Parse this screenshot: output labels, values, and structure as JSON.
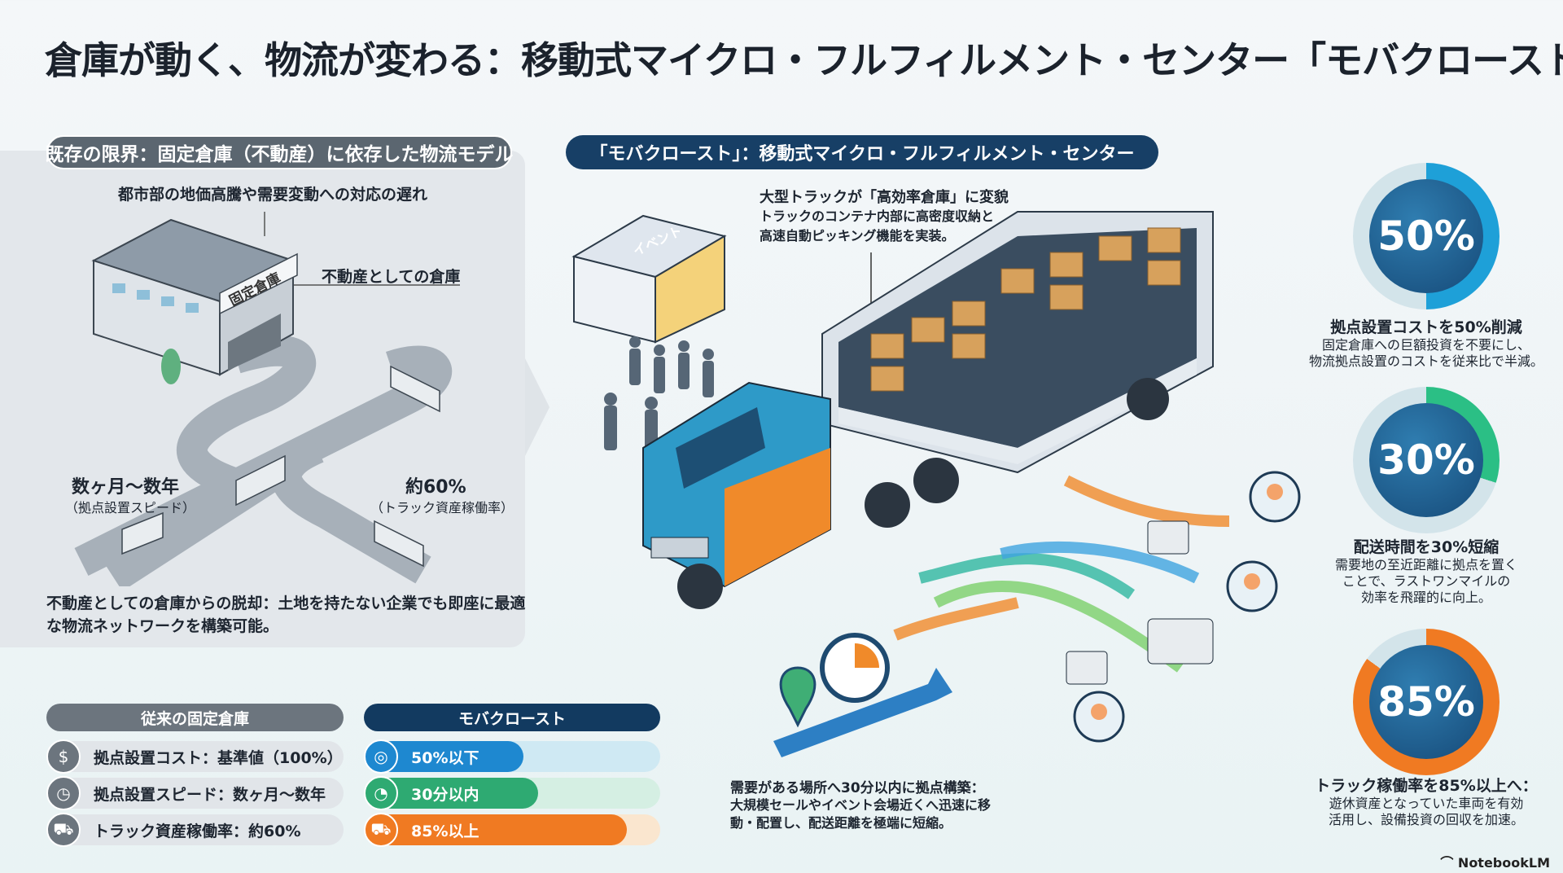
{
  "title": "倉庫が動く、物流が変わる：移動式マイクロ・フルフィルメント・センター「モバクロースト」",
  "left": {
    "header": "既存の限界：固定倉庫（不動産）に依存した物流モデル",
    "callout_top": "都市部の地価高騰や需要変動への対応の遅れ",
    "callout_warehouse": "不動産としての倉庫",
    "warehouse_sign": "固定倉庫",
    "speed_value": "数ヶ月〜数年",
    "speed_label": "（拠点設置スピード）",
    "util_value": "約60%",
    "util_label": "（トラック資産稼働率）",
    "summary": [
      "不動産としての倉庫からの脱却：土地を持たない企業でも即座に最適",
      "な物流ネットワークを構築可能。"
    ]
  },
  "center": {
    "header": "「モバクロースト」：移動式マイクロ・フルフィルメント・センター",
    "callout_title": "大型トラックが「高効率倉庫」に変貌",
    "callout_body": [
      "トラックのコンテナ内部に高密度収納と",
      "高速自動ピッキング機能を実装。"
    ],
    "tent_sign": "イベント",
    "bottom_title": "需要がある場所へ30分以内に拠点構築：",
    "bottom_body": [
      "大規模セールやイベント会場近くへ迅速に移",
      "動・配置し、配送距離を極端に短縮。"
    ]
  },
  "stats": [
    {
      "value": "50%",
      "percent": 50,
      "color": "#1ea0d8",
      "title": "拠点設置コストを50%削減",
      "body": [
        "固定倉庫への巨額投資を不要にし、",
        "物流拠点設置のコストを従来比で半減。"
      ]
    },
    {
      "value": "30%",
      "percent": 30,
      "color": "#2bbf85",
      "title": "配送時間を30%短縮",
      "body": [
        "需要地の至近距離に拠点を置く",
        "ことで、ラストワンマイルの",
        "効率を飛躍的に向上。"
      ]
    },
    {
      "value": "85%",
      "percent": 85,
      "color": "#f07a22",
      "title": "トラック稼働率を85%以上へ：",
      "body": [
        "遊休資産となっていた車両を有効",
        "活用し、設備投資の回収を加速。"
      ]
    }
  ],
  "comparison": {
    "old_header": "従来の固定倉庫",
    "new_header": "モバクロースト",
    "rows": [
      {
        "old_icon": "money-bag-icon",
        "old": "拠点設置コスト：基準値（100%）",
        "new_icon": "piggy-icon",
        "new": "50%以下",
        "fill": 50,
        "color": "#1e88d0",
        "track": "#cfe9f3"
      },
      {
        "old_icon": "stopwatch-icon",
        "old": "拠点設置スピード：数ヶ月〜数年",
        "new_icon": "clock-icon",
        "new": "30分以内",
        "fill": 55,
        "color": "#2eaa72",
        "track": "#d5efe3"
      },
      {
        "old_icon": "truck-icon",
        "old": "トラック資産稼働率：約60%",
        "new_icon": "truck-icon",
        "new": "85%以上",
        "fill": 85,
        "color": "#f07a22",
        "track": "#fae6cf"
      }
    ]
  },
  "brand": "NotebookLM"
}
